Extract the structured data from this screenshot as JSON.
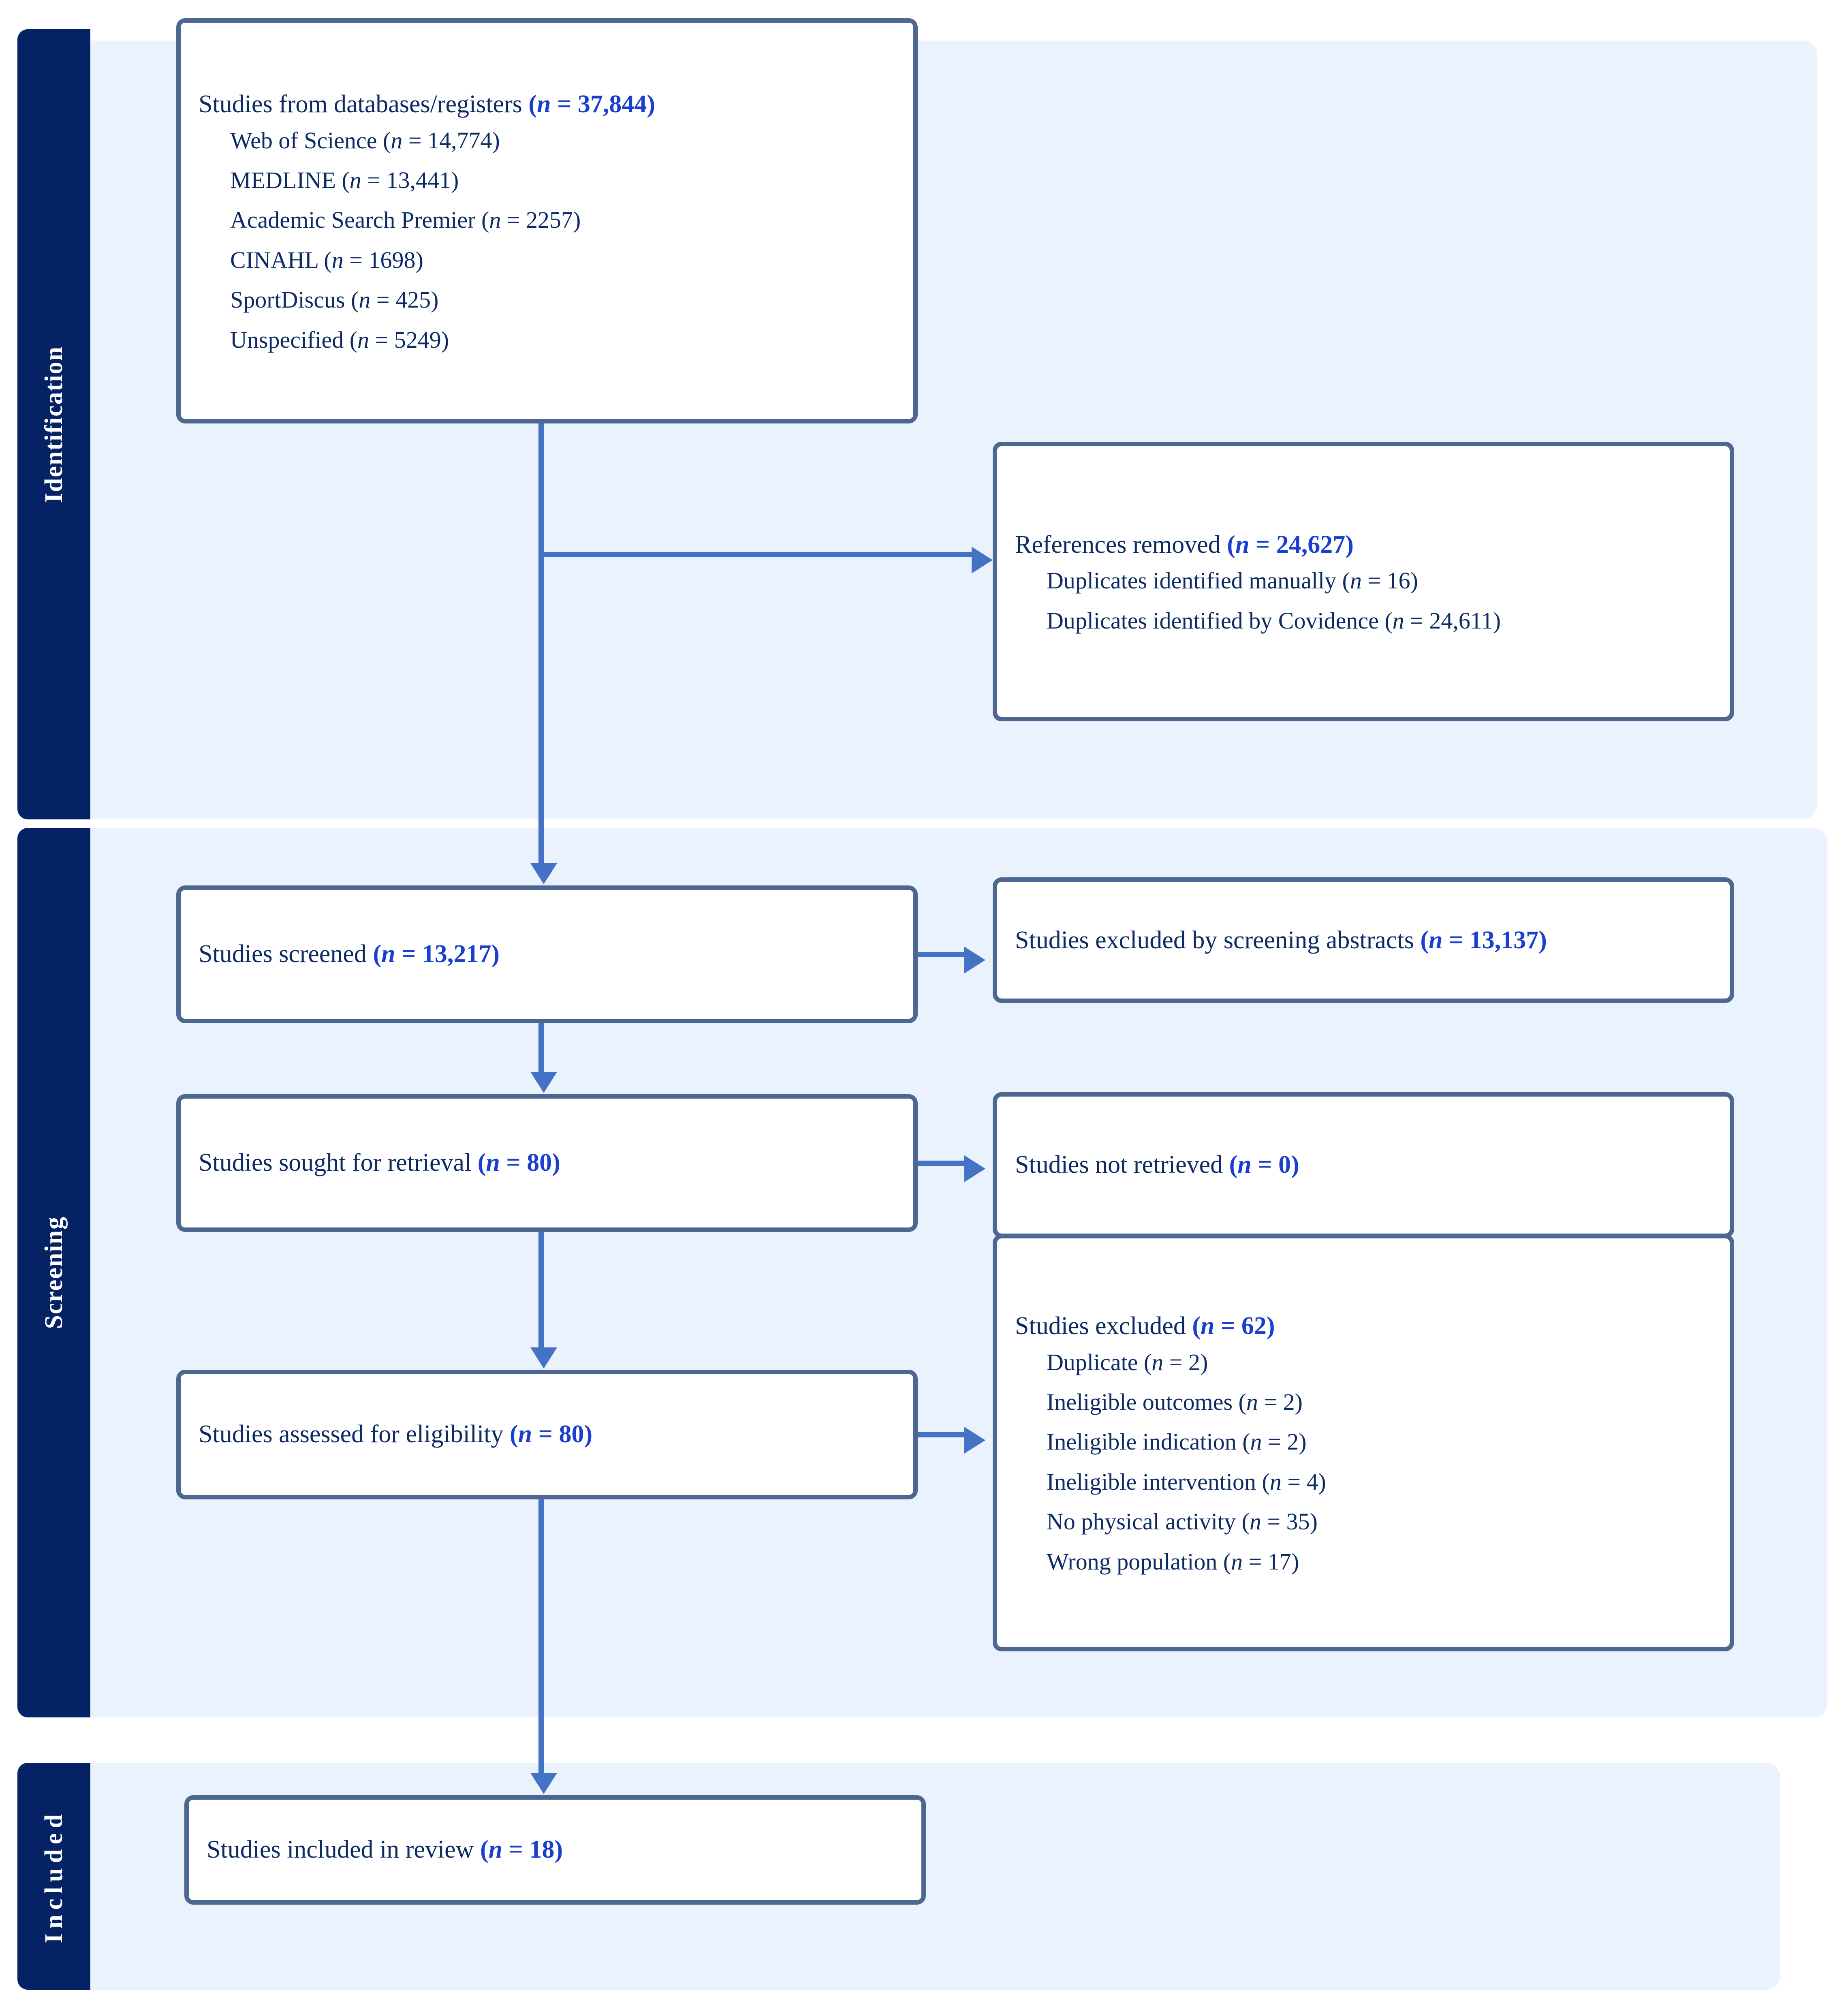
{
  "stages": {
    "identification": "Identification",
    "screening": "Screening",
    "included": "Included"
  },
  "boxes": {
    "databases": {
      "headline_text": "Studies from databases/registers ",
      "headline_n": "(n = 37,844)",
      "items": [
        "Web of Science (n = 14,774)",
        "MEDLINE (n = 13,441)",
        "Academic Search Premier (n = 2257)",
        "CINAHL (n = 1698)",
        "SportDiscus (n = 425)",
        "Unspecified (n = 5249)"
      ]
    },
    "references_removed": {
      "headline_text": "References removed ",
      "headline_n": "(n = 24,627)",
      "items": [
        "Duplicates identified manually (n = 16)",
        "Duplicates identified by Covidence (n = 24,611)"
      ]
    },
    "screened": {
      "headline_text": "Studies screened ",
      "headline_n": "(n = 13,217)"
    },
    "excluded_abstracts": {
      "headline_text": "Studies excluded by screening abstracts ",
      "headline_n": "(n = 13,137)"
    },
    "sought": {
      "headline_text": "Studies sought for retrieval ",
      "headline_n": "(n = 80)"
    },
    "not_retrieved": {
      "headline_text": "Studies not retrieved ",
      "headline_n": "(n = 0)"
    },
    "eligibility": {
      "headline_text": "Studies assessed for eligibility ",
      "headline_n": "(n = 80)"
    },
    "excluded": {
      "headline_text": "Studies excluded ",
      "headline_n": "(n = 62)",
      "items": [
        "Duplicate (n = 2)",
        "Ineligible outcomes (n = 2)",
        "Ineligible indication (n = 2)",
        "Ineligible intervention (n = 4)",
        "No physical activity (n = 35)",
        "Wrong population (n = 17)"
      ]
    },
    "included": {
      "headline_text": "Studies included in review ",
      "headline_n": "(n = 18)"
    }
  },
  "colors": {
    "stage_bar": "#042264",
    "band": "#eaf2fd",
    "box_border": "#4d6790",
    "connector": "#4472c4",
    "text": "#0d2b63",
    "count_highlight": "#1a3fd0"
  }
}
